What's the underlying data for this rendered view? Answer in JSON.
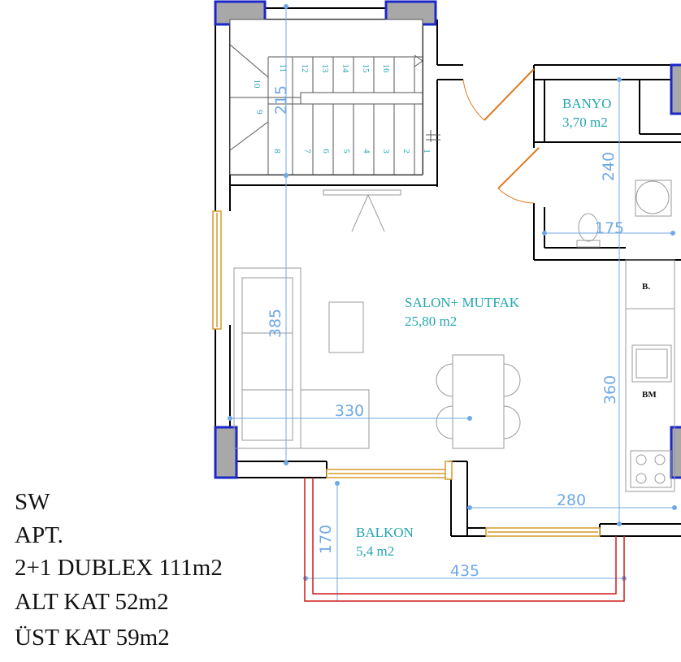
{
  "rooms": {
    "banyo": {
      "name": "BANYO",
      "area": "3,70 m2"
    },
    "salon": {
      "name": "SALON+ MUTFAK",
      "area": "25,80 m2"
    },
    "balkon": {
      "name": "BALKON",
      "area": "5,4 m2"
    }
  },
  "fixtures": {
    "b_label": "B.",
    "bm_label": "BM"
  },
  "dimensions": {
    "d215": "215",
    "d240": "240",
    "d175": "175",
    "d385": "385",
    "d330": "330",
    "d360": "360",
    "d280": "280",
    "d170": "170",
    "d435": "435"
  },
  "stairs": {
    "top_row": [
      "11",
      "12",
      "13",
      "14",
      "15",
      "16"
    ],
    "landing": [
      "10",
      "9"
    ],
    "bottom_row": [
      "8",
      "7",
      "6",
      "5",
      "4",
      "3",
      "2",
      "1"
    ]
  },
  "info": {
    "line1": "SW",
    "line2": "APT.",
    "line3": "2+1 DUBLEX  111m2",
    "line4": "ALT KAT 52m2",
    "line5": "ÜST KAT 59m2"
  },
  "colors": {
    "wall": "#000000",
    "column": "#1c27c9",
    "column_fill": "#a8a8a8",
    "dimension": "#6fa8e6",
    "room_label": "#24a6b0",
    "door": "#e07a1f",
    "window": "#d69a2a",
    "railing": "#d11a1a",
    "furniture": "#9a9a9a"
  }
}
